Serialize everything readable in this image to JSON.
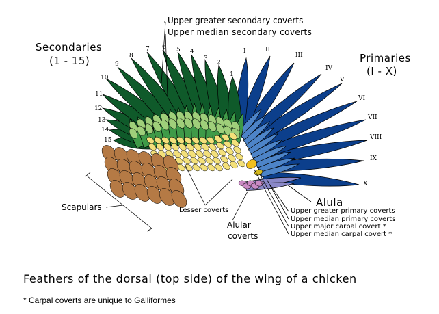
{
  "labels": {
    "upper_greater_secondary_coverts": "Upper greater secondary coverts",
    "upper_median_secondary_coverts": "Upper median secondary coverts",
    "secondaries": "Secondaries",
    "secondaries_range": "(1 - 15)",
    "primaries": "Primaries",
    "primaries_range": "(I - X)",
    "scapulars": "Scapulars",
    "lesser_coverts": "Lesser coverts",
    "alular_coverts_line1": "Alular",
    "alular_coverts_line2": "coverts",
    "alula": "Alula",
    "upper_greater_primary_coverts": "Upper greater primary coverts",
    "upper_median_primary_coverts": "Upper median primary coverts",
    "upper_major_carpal_covert": "Upper major carpal covert *",
    "upper_median_carpal_covert": "Upper median carpal covert *"
  },
  "secondary_numbers": [
    "1",
    "2",
    "3",
    "4",
    "5",
    "6",
    "7",
    "8",
    "9",
    "10",
    "11",
    "12",
    "13",
    "14",
    "15"
  ],
  "primary_numerals": [
    "I",
    "II",
    "III",
    "IV",
    "V",
    "VI",
    "VII",
    "VIII",
    "IX",
    "X"
  ],
  "caption": "Feathers of the dorsal (top side) of the wing of a chicken",
  "footnote": "* Carpal coverts are unique to Galliformes",
  "colors": {
    "secondaries": "#0f5a2a",
    "greater_secondary_coverts": "#3f9a48",
    "median_secondary_coverts": "#9fcf7a",
    "lesser_coverts": "#f3e07a",
    "scapulars": "#b57a45",
    "primaries": "#0c3f8c",
    "primary_coverts": "#4d84c8",
    "alula": "#8a88c8",
    "alular_coverts": "#c98ac4",
    "carpal": "#f0c020"
  }
}
